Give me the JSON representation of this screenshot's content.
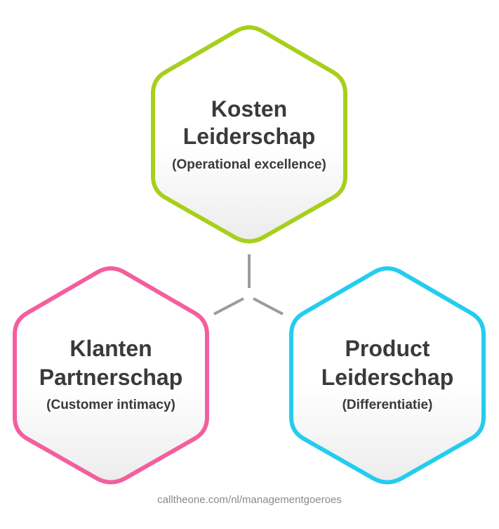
{
  "nodes": [
    {
      "id": "top",
      "title_line1": "Kosten",
      "title_line2": "Leiderschap",
      "subtitle": "(Operational excellence)",
      "color": "#a7cf1c"
    },
    {
      "id": "left",
      "title_line1": "Klanten",
      "title_line2": "Partnerschap",
      "subtitle": "(Customer intimacy)",
      "color": "#f35f9e"
    },
    {
      "id": "right",
      "title_line1": "Product",
      "title_line2": "Leiderschap",
      "subtitle": "(Differentiatie)",
      "color": "#22cdee"
    }
  ],
  "connector_color": "#9b9b9b",
  "footer": {
    "text": "calltheone.com/nl/managementgoeroes"
  }
}
